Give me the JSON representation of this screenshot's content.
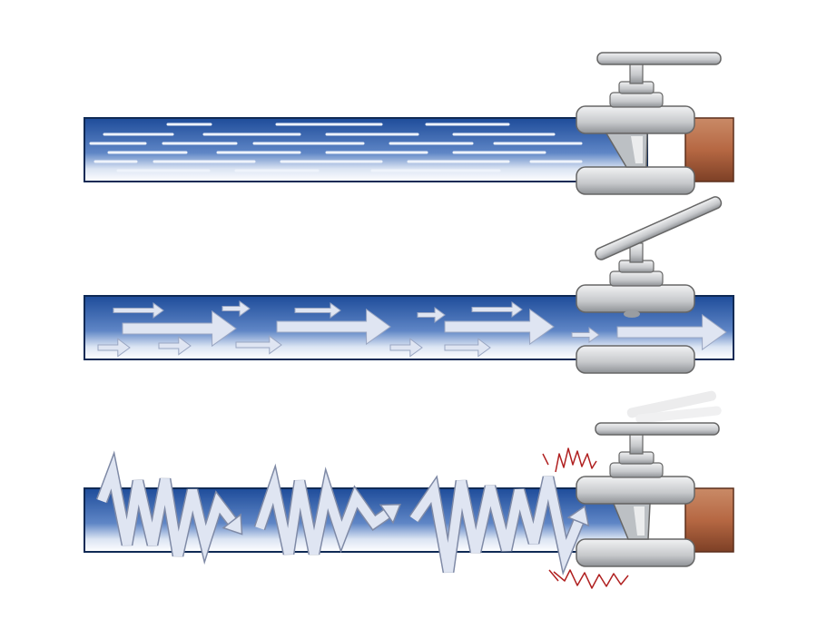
{
  "diagram": {
    "panels": [
      {
        "id": "closed",
        "valve_state": "closed",
        "flow_pattern": "streamlines",
        "handle": "level"
      },
      {
        "id": "open",
        "valve_state": "open",
        "flow_pattern": "arrows",
        "handle": "tilted"
      },
      {
        "id": "slamming",
        "valve_state": "closing",
        "flow_pattern": "zigzag-shock",
        "handle": "level-with-motion-blur"
      }
    ],
    "icons": [
      "valve-icon",
      "handle-icon",
      "pipe-icon",
      "shock-wave-icon",
      "flow-arrow-icon"
    ],
    "colors": {
      "water_dark": "#1e4c9a",
      "water_light": "#e8eef8",
      "valve_metal": "#c9cbce",
      "valve_shadow": "#8a8d91",
      "copper": "#b96a45",
      "copper_dark": "#8a4a2c",
      "arrow_fill": "#dfe5f2",
      "shock_red": "#b02020"
    }
  }
}
